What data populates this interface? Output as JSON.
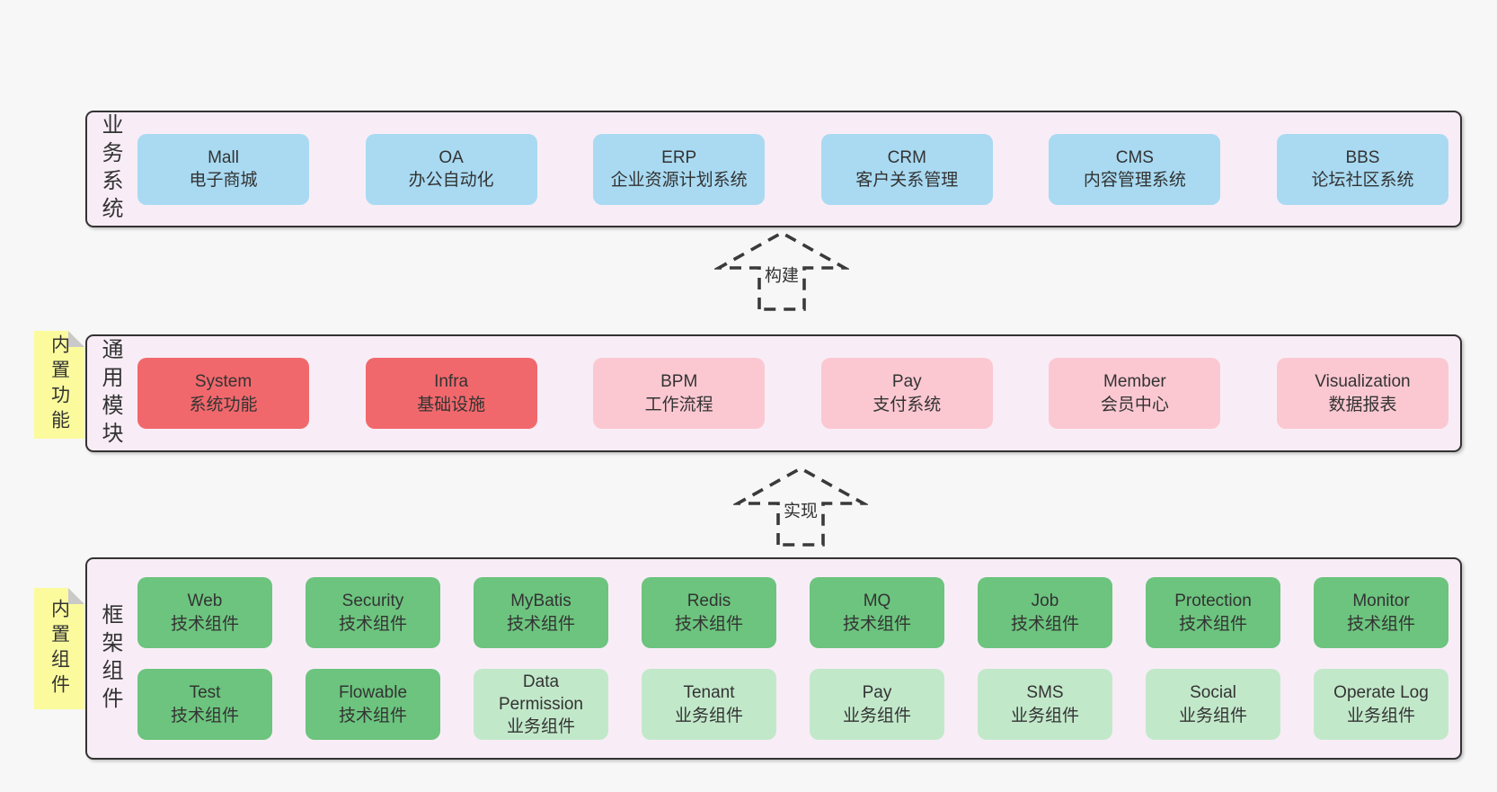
{
  "colors": {
    "page-bg": "#f7f7f7",
    "band-bg": "#f8edf6",
    "blue": "#a9daf2",
    "red": "#f1686c",
    "pink": "#fbc8d2",
    "green": "#6cc47e",
    "lightgreen": "#c2e8ca",
    "yellow": "#fbfb9d",
    "fold": "#c9c9c9",
    "line": "#333333",
    "text": "#333333"
  },
  "arrows": [
    {
      "label": "构建"
    },
    {
      "label": "实现"
    }
  ],
  "bands": [
    {
      "label": "业务系统",
      "boxes": [
        {
          "title": "Mall",
          "subtitle": "电子商城",
          "variant": "blue"
        },
        {
          "title": "OA",
          "subtitle": "办公自动化",
          "variant": "blue"
        },
        {
          "title": "ERP",
          "subtitle": "企业资源计划系统",
          "variant": "blue"
        },
        {
          "title": "CRM",
          "subtitle": "客户关系管理",
          "variant": "blue"
        },
        {
          "title": "CMS",
          "subtitle": "内容管理系统",
          "variant": "blue"
        },
        {
          "title": "BBS",
          "subtitle": "论坛社区系统",
          "variant": "blue"
        }
      ]
    },
    {
      "label": "通用模块",
      "note": "内置功能",
      "boxes": [
        {
          "title": "System",
          "subtitle": "系统功能",
          "variant": "red"
        },
        {
          "title": "Infra",
          "subtitle": "基础设施",
          "variant": "red"
        },
        {
          "title": "BPM",
          "subtitle": "工作流程",
          "variant": "pink"
        },
        {
          "title": "Pay",
          "subtitle": "支付系统",
          "variant": "pink"
        },
        {
          "title": "Member",
          "subtitle": "会员中心",
          "variant": "pink"
        },
        {
          "title": "Visualization",
          "subtitle": "数据报表",
          "variant": "pink"
        }
      ]
    },
    {
      "label": "框架组件",
      "note": "内置组件",
      "rows": [
        [
          {
            "title": "Web",
            "subtitle": "技术组件",
            "variant": "green"
          },
          {
            "title": "Security",
            "subtitle": "技术组件",
            "variant": "green"
          },
          {
            "title": "MyBatis",
            "subtitle": "技术组件",
            "variant": "green"
          },
          {
            "title": "Redis",
            "subtitle": "技术组件",
            "variant": "green"
          },
          {
            "title": "MQ",
            "subtitle": "技术组件",
            "variant": "green"
          },
          {
            "title": "Job",
            "subtitle": "技术组件",
            "variant": "green"
          },
          {
            "title": "Protection",
            "subtitle": "技术组件",
            "variant": "green"
          },
          {
            "title": "Monitor",
            "subtitle": "技术组件",
            "variant": "green"
          }
        ],
        [
          {
            "title": "Test",
            "subtitle": "技术组件",
            "variant": "green"
          },
          {
            "title": "Flowable",
            "subtitle": "技术组件",
            "variant": "green"
          },
          {
            "title": "Data Permission",
            "subtitle": "业务组件",
            "variant": "lightgreen"
          },
          {
            "title": "Tenant",
            "subtitle": "业务组件",
            "variant": "lightgreen"
          },
          {
            "title": "Pay",
            "subtitle": "业务组件",
            "variant": "lightgreen"
          },
          {
            "title": "SMS",
            "subtitle": "业务组件",
            "variant": "lightgreen"
          },
          {
            "title": "Social",
            "subtitle": "业务组件",
            "variant": "lightgreen"
          },
          {
            "title": "Operate Log",
            "subtitle": "业务组件",
            "variant": "lightgreen"
          }
        ]
      ]
    }
  ]
}
